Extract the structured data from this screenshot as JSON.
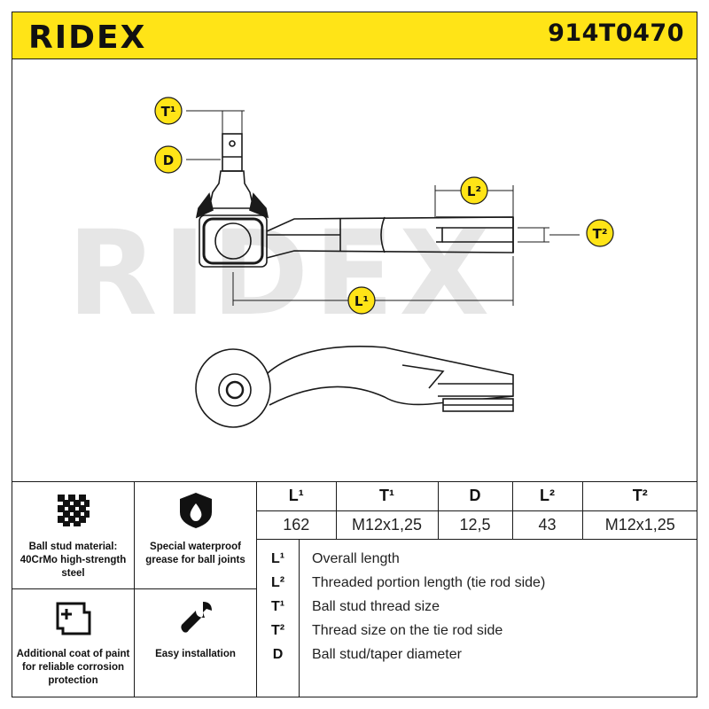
{
  "header": {
    "brand": "RIDEX",
    "part_number": "914T0470"
  },
  "drawing": {
    "watermark": "RIDEX",
    "labels": {
      "t1": "T¹",
      "d": "D",
      "l2": "L²",
      "t2": "T²",
      "l1": "L¹"
    },
    "colors": {
      "callout": "#ffe417",
      "watermark": "#e5e5e5",
      "line": "#1a1a1a"
    }
  },
  "features": [
    {
      "icon": "grid-icon",
      "text": "Ball stud material: 40CrMo high-strength steel"
    },
    {
      "icon": "shield-drop-icon",
      "text": "Special waterproof grease for ball joints"
    },
    {
      "icon": "paint-plus-icon",
      "text": "Additional coat of paint for reliable corrosion protection"
    },
    {
      "icon": "wrench-icon",
      "text": "Easy installation"
    }
  ],
  "spec_table": {
    "headers": [
      "L¹",
      "T¹",
      "D",
      "L²",
      "T²"
    ],
    "values": [
      "162",
      "M12x1,25",
      "12,5",
      "43",
      "M12x1,25"
    ]
  },
  "legend": [
    {
      "key": "L¹",
      "desc": "Overall length"
    },
    {
      "key": "L²",
      "desc": "Threaded portion length (tie rod side)"
    },
    {
      "key": "T¹",
      "desc": "Ball stud thread size"
    },
    {
      "key": "T²",
      "desc": "Thread size on the tie rod side"
    },
    {
      "key": "D",
      "desc": "Ball stud/taper diameter"
    }
  ]
}
